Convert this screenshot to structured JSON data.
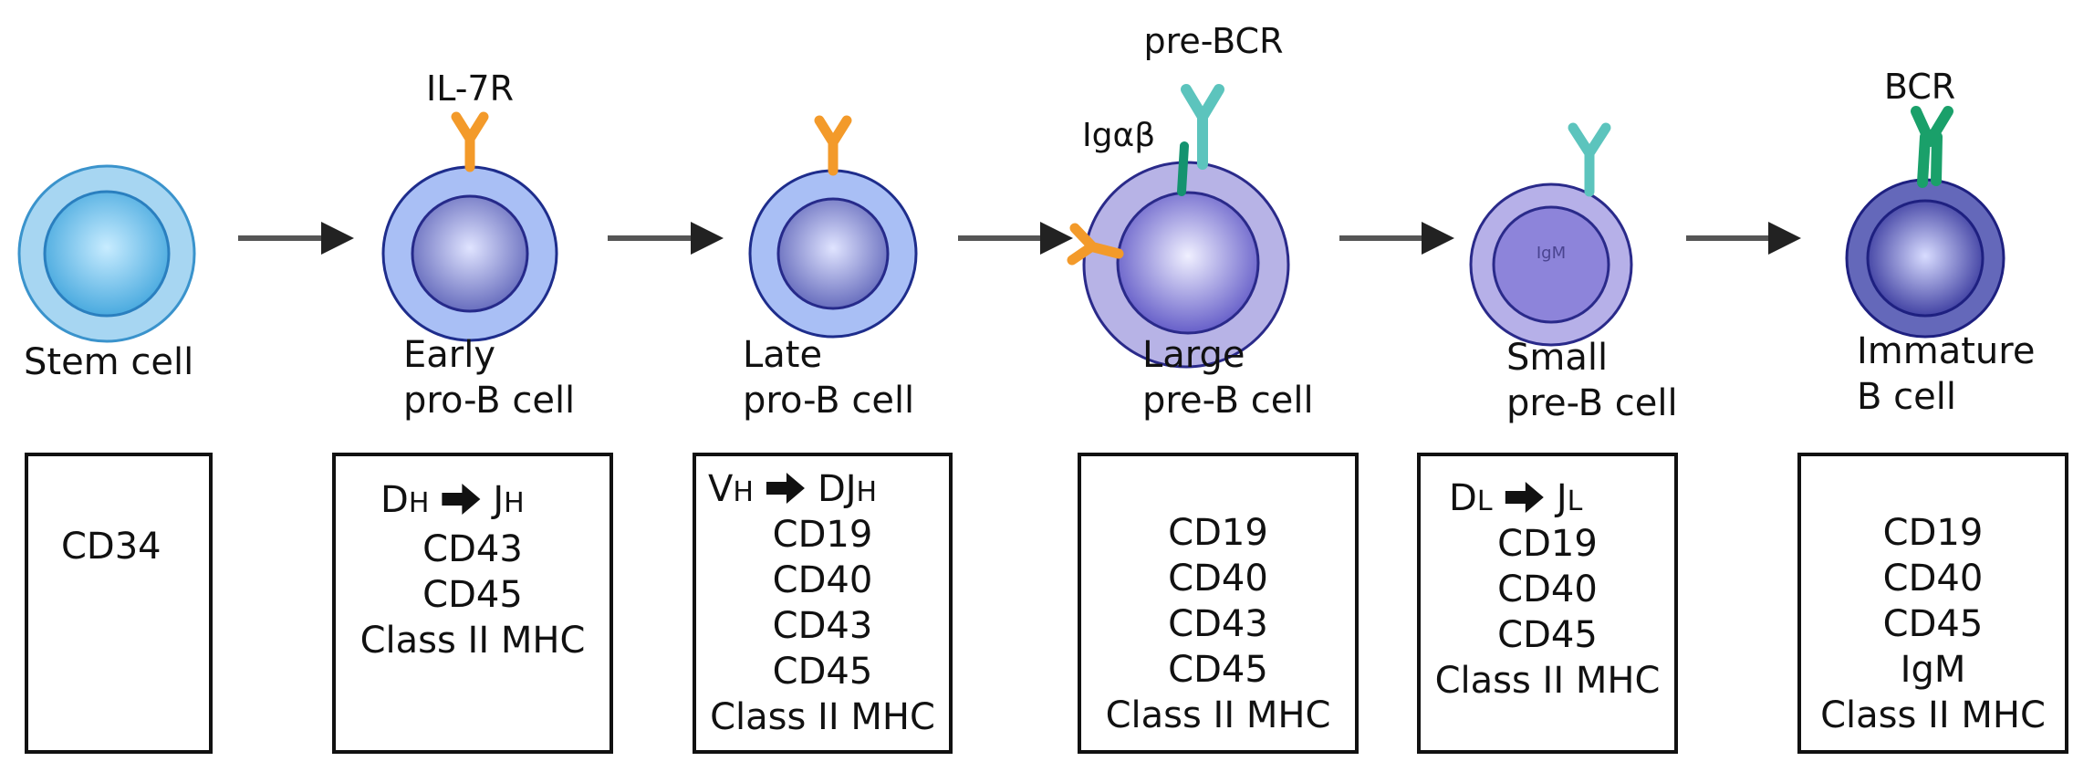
{
  "colors": {
    "il7r": "#f39a2a",
    "pre_bcr": "#5cc4bd",
    "ig_alpha_beta": "#14936f",
    "bcr": "#1aa06a",
    "membrane_outline": "#1e2080"
  },
  "stages": [
    {
      "label_line1": "Stem cell",
      "label_line2": ""
    },
    {
      "label_line1": "Early",
      "label_line2": "pro-B cell"
    },
    {
      "label_line1": "Late",
      "label_line2": "pro-B cell"
    },
    {
      "label_line1": "Large",
      "label_line2": "pre-B cell"
    },
    {
      "label_line1": "Small",
      "label_line2": "pre-B cell"
    },
    {
      "label_line1": "Immature",
      "label_line2": "B cell"
    }
  ],
  "receptor_labels": {
    "il7r": "IL-7R",
    "pre_bcr": "pre-BCR",
    "ig_alpha_beta": "Igαβ",
    "bcr": "BCR",
    "igm_inner": "IgM"
  },
  "marker_boxes": [
    {
      "rearrangement": null,
      "markers": [
        "CD34"
      ]
    },
    {
      "rearrangement": {
        "from": "D",
        "from_sub": "H",
        "to": "J",
        "to_sub": "H",
        "icon": "right-arrow"
      },
      "markers": [
        "CD43",
        "CD45",
        "Class II MHC"
      ]
    },
    {
      "rearrangement": {
        "from": "V",
        "from_sub": "H",
        "to": "DJ",
        "to_sub": "H",
        "icon": "right-arrow"
      },
      "markers": [
        "CD19",
        "CD40",
        "CD43",
        "CD45",
        "Class II MHC"
      ]
    },
    {
      "rearrangement": null,
      "markers": [
        "CD19",
        "CD40",
        "CD43",
        "CD45",
        "Class II MHC"
      ]
    },
    {
      "rearrangement": {
        "from": "D",
        "from_sub": "L",
        "to": "J",
        "to_sub": "L",
        "icon": "right-arrow"
      },
      "markers": [
        "CD19",
        "CD40",
        "CD45",
        "Class II MHC"
      ]
    },
    {
      "rearrangement": null,
      "markers": [
        "CD19",
        "CD40",
        "CD45",
        "IgM",
        "Class II MHC"
      ]
    }
  ]
}
